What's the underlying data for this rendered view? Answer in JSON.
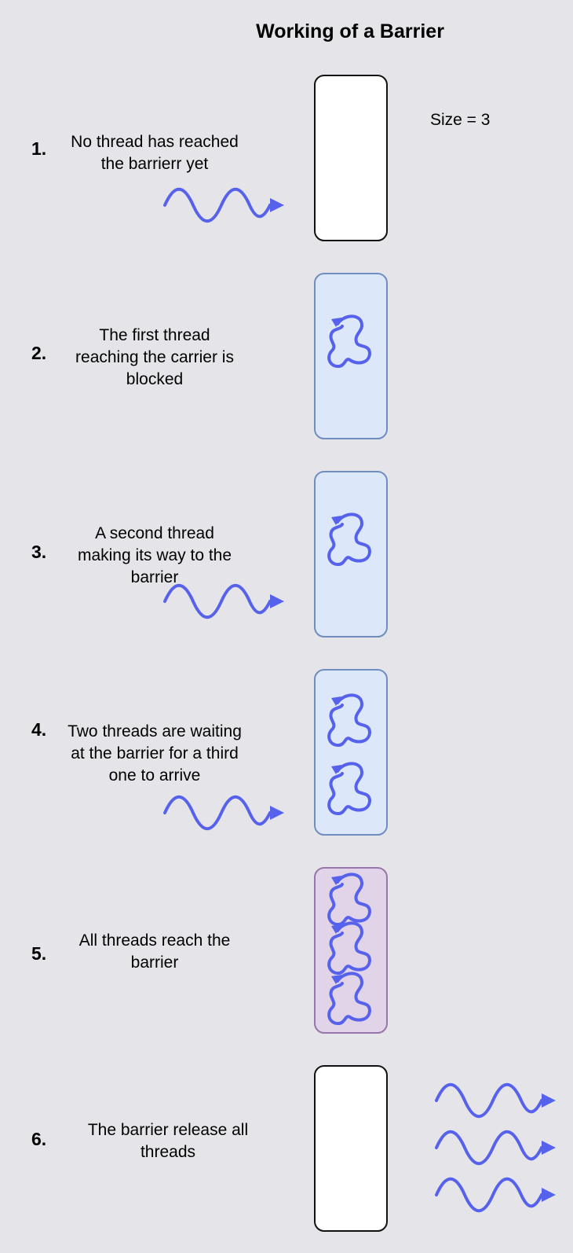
{
  "title": "Working of a Barrier",
  "size_label": "Size = 3",
  "steps": [
    {
      "number": "1.",
      "text": "No thread has reached the barrierr yet",
      "lines": [
        "No thread has reached",
        "the barrierr yet"
      ]
    },
    {
      "number": "2.",
      "text": "The first thread reaching the carrier is blocked",
      "lines": [
        "The first thread",
        "reaching the carrier is",
        "blocked"
      ]
    },
    {
      "number": "3.",
      "text": "A second thread making its way to the barrier",
      "lines": [
        "A second thread",
        "making its way to the",
        "barrier"
      ]
    },
    {
      "number": "4.",
      "text": "Two threads are waiting at the barrier for  a third one to arrive",
      "lines": [
        "Two threads are waiting",
        "at the barrier for  a third",
        "one to arrive"
      ]
    },
    {
      "number": "5.",
      "text": "All threads reach the barrier",
      "lines": [
        "All threads reach the",
        "barrier"
      ]
    },
    {
      "number": "6.",
      "text": "The barrier release all threads",
      "lines": [
        "The barrier release all",
        "threads"
      ]
    }
  ],
  "colors": {
    "background": "#e5e4e8",
    "thread": "#5661ec",
    "barrier_empty_fill": "#ffffff",
    "barrier_empty_border": "#111111",
    "barrier_blocked_fill": "#dce8fa",
    "barrier_blocked_border": "#6f8ebf",
    "barrier_full_fill": "#e1d4e8",
    "barrier_full_border": "#9876ab"
  },
  "icons": {
    "moving_thread": "wavy-arrow-icon",
    "blocked_thread": "looped-arrow-icon"
  }
}
